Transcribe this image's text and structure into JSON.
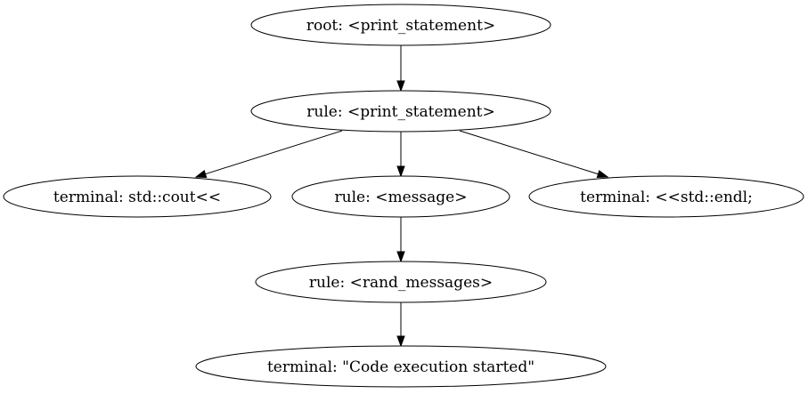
{
  "diagram": {
    "type": "parse-tree",
    "nodes": [
      {
        "id": "n0",
        "label": "root: <print_statement>"
      },
      {
        "id": "n1",
        "label": "rule: <print_statement>"
      },
      {
        "id": "n2",
        "label": "terminal: std::cout<<"
      },
      {
        "id": "n3",
        "label": "rule: <message>"
      },
      {
        "id": "n4",
        "label": "terminal: <<std::endl;"
      },
      {
        "id": "n5",
        "label": "rule: <rand_messages>"
      },
      {
        "id": "n6",
        "label": "terminal: \"Code execution started\""
      }
    ],
    "edges": [
      {
        "from": "n0",
        "to": "n1"
      },
      {
        "from": "n1",
        "to": "n2"
      },
      {
        "from": "n1",
        "to": "n3"
      },
      {
        "from": "n1",
        "to": "n4"
      },
      {
        "from": "n3",
        "to": "n5"
      },
      {
        "from": "n5",
        "to": "n6"
      }
    ],
    "colors": {
      "stroke": "#000000",
      "fill": "#ffffff",
      "text": "#000000"
    }
  }
}
